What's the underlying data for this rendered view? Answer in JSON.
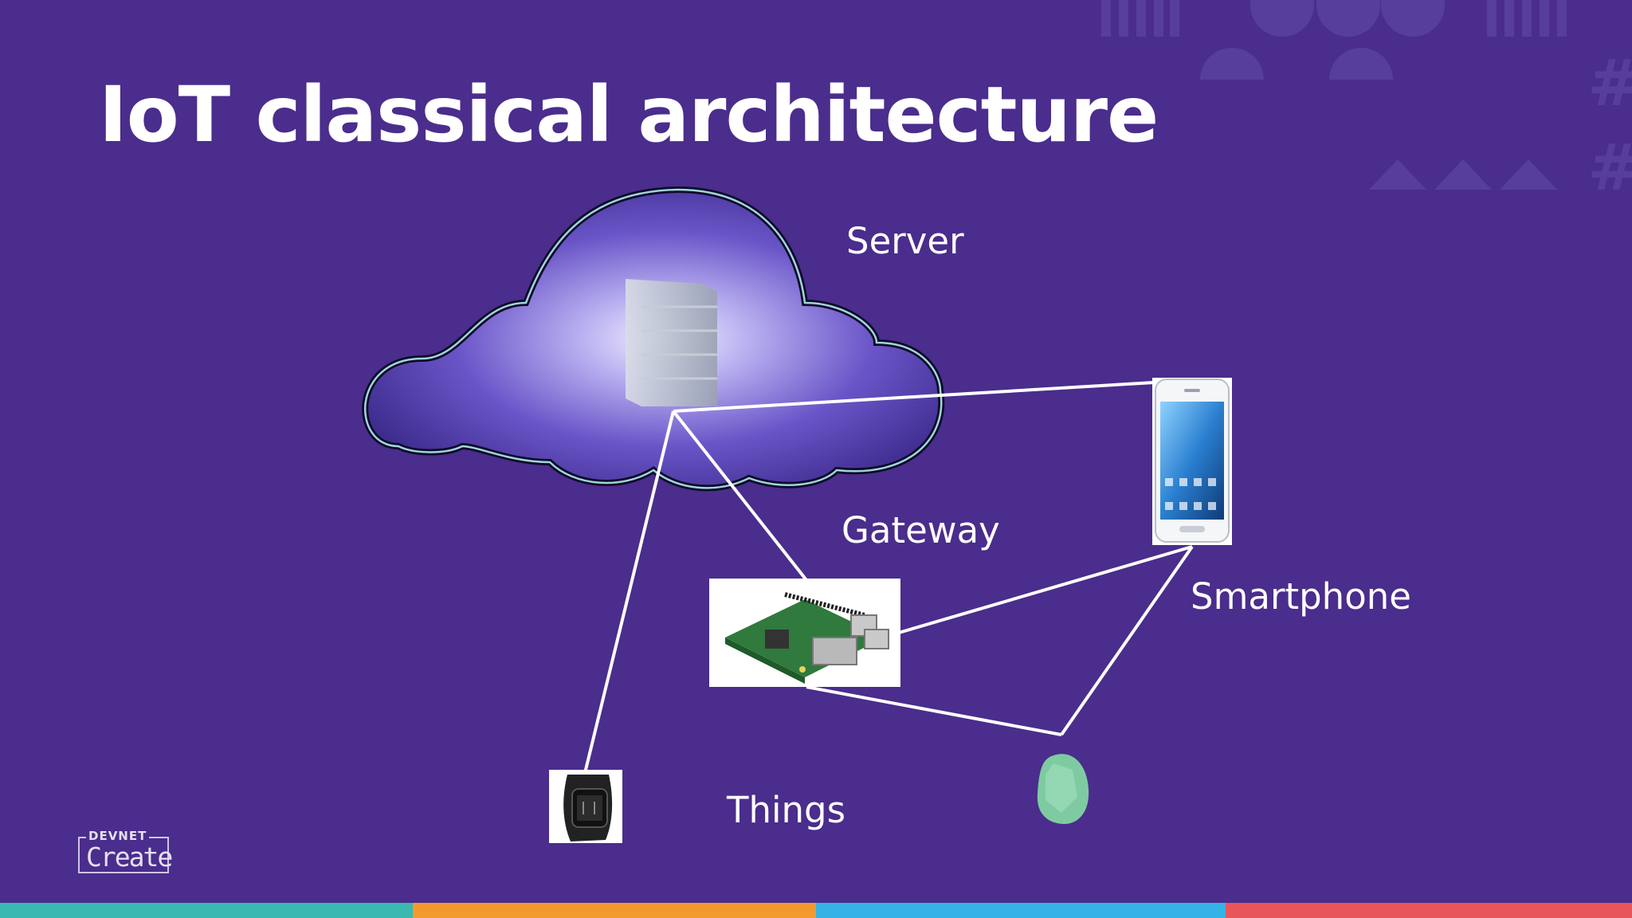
{
  "slide": {
    "title": "IoT classical architecture",
    "labels": {
      "server": "Server",
      "gateway": "Gateway",
      "smartphone": "Smartphone",
      "things": "Things"
    }
  },
  "branding": {
    "top": "DEVNET",
    "main": "Create"
  },
  "colors": {
    "background": "#4a2d8c",
    "text": "#ffffff",
    "stripe_teal": "#3bb8b0",
    "stripe_orange": "#f29a2e",
    "stripe_blue": "#35b3e6",
    "stripe_red": "#e8565b"
  },
  "icons": [
    "cloud-icon",
    "server-icon",
    "raspberry-pi-board-icon",
    "smartphone-icon",
    "smartwatch-icon",
    "beacon-icon"
  ]
}
